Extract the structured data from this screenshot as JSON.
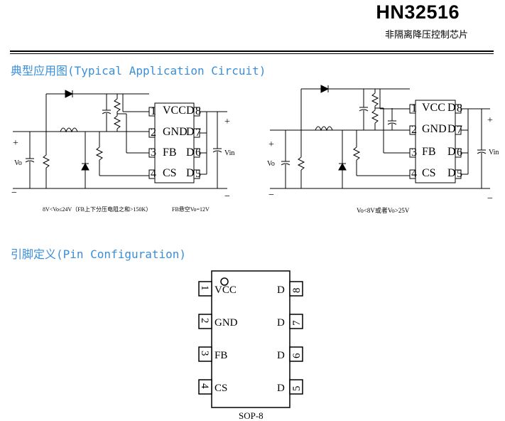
{
  "header": {
    "title": "HN32516",
    "subtitle": "非隔离降压控制芯片"
  },
  "sections": {
    "typical": "典型应用图(Typical Application Circuit)",
    "pins": "引脚定义(Pin Configuration)"
  },
  "circuit1": {
    "caption_left": "8V<Vo≤24V（FB上下分压电阻之和>150K）",
    "caption_right": "FB悬空Vo=12V",
    "vo_label": "Vo",
    "vin_label": "Vin",
    "plus": "+",
    "minus": "−"
  },
  "circuit2": {
    "caption": "Vo<8V或者Vo>25V",
    "vo_label": "Vo",
    "vin_label": "Vin",
    "plus": "+",
    "minus": "−"
  },
  "ic_pins": {
    "p1": "VCC",
    "p2": "GND",
    "p3": "FB",
    "p4": "CS",
    "d": "D",
    "n1": "1",
    "n2": "2",
    "n3": "3",
    "n4": "4",
    "n5": "5",
    "n6": "6",
    "n7": "7",
    "n8": "8"
  },
  "package": "SOP-8"
}
